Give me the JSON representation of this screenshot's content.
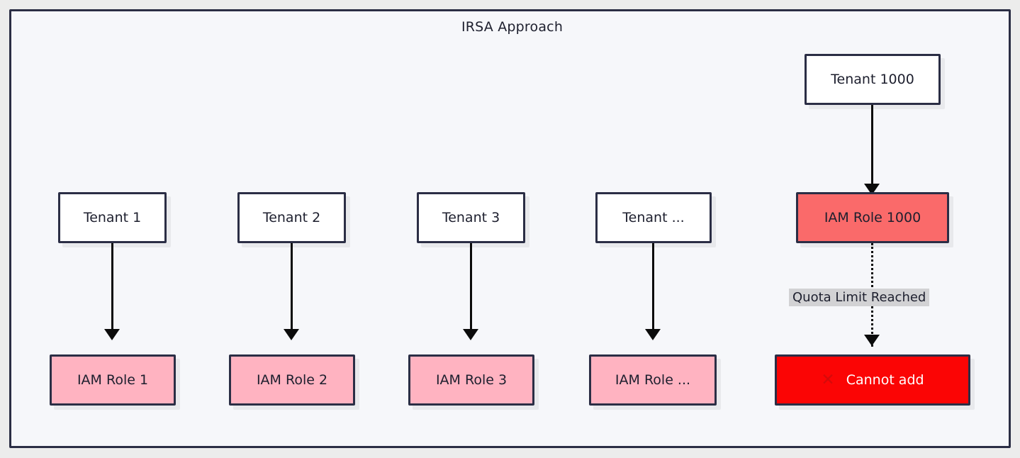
{
  "diagram": {
    "title": "IRSA Approach",
    "background_color": "#ececec",
    "panel_color": "#f6f7fa",
    "border_color": "#2b2e45",
    "colors": {
      "tenant_fill": "#ffffff",
      "role_fill": "#ffb3c1",
      "role_full_fill": "#fa6a6a",
      "blocked_fill": "#fb0505",
      "edge_label_fill": "#d2d2d4",
      "edge_color": "#0b0b0b"
    },
    "tenants": [
      {
        "label": "Tenant 1"
      },
      {
        "label": "Tenant 2"
      },
      {
        "label": "Tenant 3"
      },
      {
        "label": "Tenant ..."
      },
      {
        "label": "Tenant 1000"
      }
    ],
    "roles": [
      {
        "label": "IAM Role 1"
      },
      {
        "label": "IAM Role 2"
      },
      {
        "label": "IAM Role 3"
      },
      {
        "label": "IAM Role ..."
      },
      {
        "label": "IAM Role 1000"
      }
    ],
    "blocked": {
      "label": "Cannot add",
      "icon": "cross-mark-icon",
      "glyph": "✕"
    },
    "edge_labels": [
      {
        "label": "Quota Limit Reached"
      }
    ]
  }
}
